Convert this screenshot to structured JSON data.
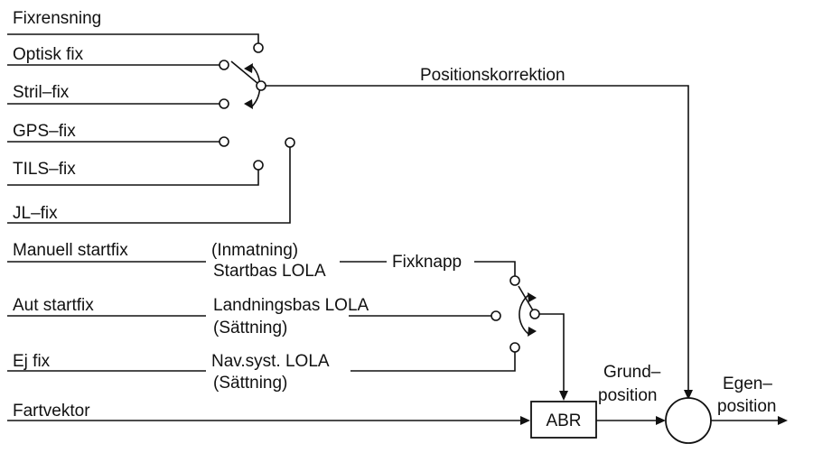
{
  "inputs": {
    "fixrensning": "Fixrensning",
    "optisk_fix": "Optisk fix",
    "stril_fix": "Stril–fix",
    "gps_fix": "GPS–fix",
    "tils_fix": "TILS–fix",
    "jl_fix": "JL–fix",
    "manuell_startfix": "Manuell startfix",
    "aut_startfix": "Aut startfix",
    "ej_fix": "Ej fix",
    "fartvektor": "Fartvektor"
  },
  "middle": {
    "inmatning": "(Inmatning)",
    "startbas_lola": "Startbas LOLA",
    "landningsbas_lola": "Landningsbas LOLA",
    "sattning_1": "(Sättning)",
    "navsyst_lola": "Nav.syst. LOLA",
    "sattning_2": "(Sättning)",
    "fixknapp": "Fixknapp"
  },
  "outputs": {
    "positionskorrektion": "Positionskorrektion",
    "abr": "ABR",
    "grund_line1": "Grund–",
    "grund_line2": "position",
    "egen_line1": "Egen–",
    "egen_line2": "position"
  }
}
